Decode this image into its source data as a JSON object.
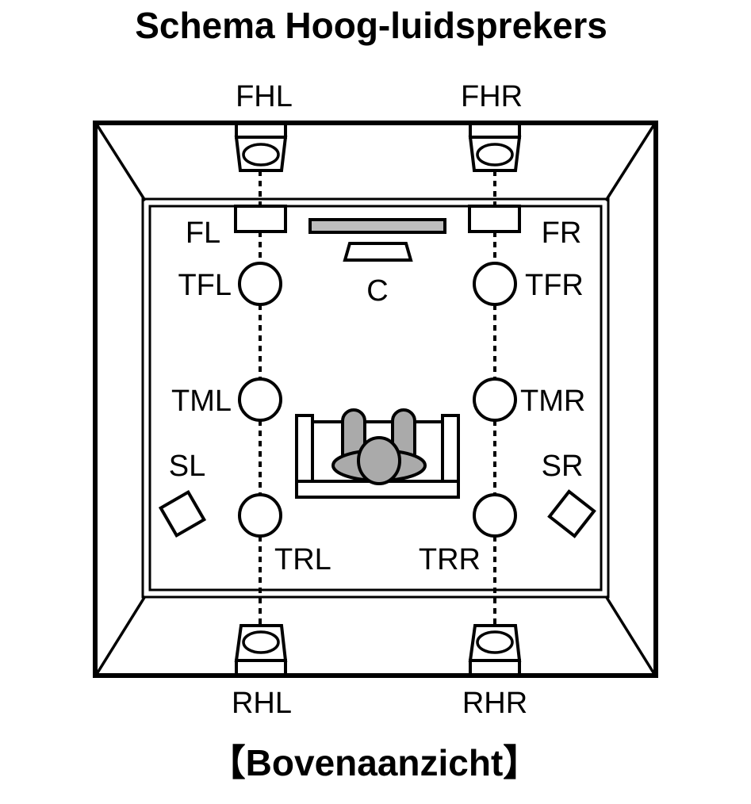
{
  "title": "Schema Hoog-luidsprekers",
  "caption": "【Bovenaanzicht】",
  "colors": {
    "line": "#000000",
    "fill_gray": "#bdbdbd",
    "person_gray": "#aaaaaa",
    "background": "#ffffff"
  },
  "speakers": {
    "front_height_left": "FHL",
    "front_height_right": "FHR",
    "front_left": "FL",
    "front_right": "FR",
    "center": "C",
    "top_front_left": "TFL",
    "top_front_right": "TFR",
    "top_middle_left": "TML",
    "top_middle_right": "TMR",
    "surround_left": "SL",
    "surround_right": "SR",
    "top_rear_left": "TRL",
    "top_rear_right": "TRR",
    "rear_height_left": "RHL",
    "rear_height_right": "RHR"
  },
  "elements": {
    "tv": "tv-screen",
    "listener": "listener-on-sofa"
  }
}
